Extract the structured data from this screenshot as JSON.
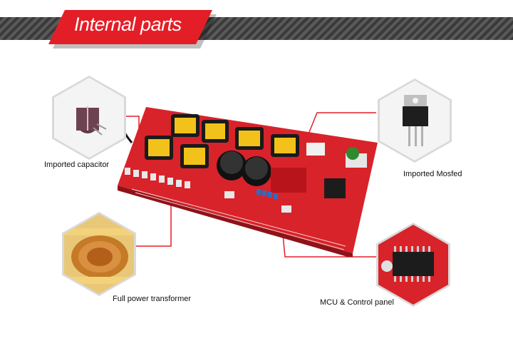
{
  "banner": {
    "title": "Internal parts"
  },
  "callouts": {
    "capacitor": "Imported capacitor",
    "mosfet": "Imported Mosfed",
    "transformer": "Full power transformer",
    "mcu": "MCU & Control panel"
  },
  "colors": {
    "accent": "#e41e26",
    "board": "#d8232a",
    "stripe": "#444444"
  }
}
